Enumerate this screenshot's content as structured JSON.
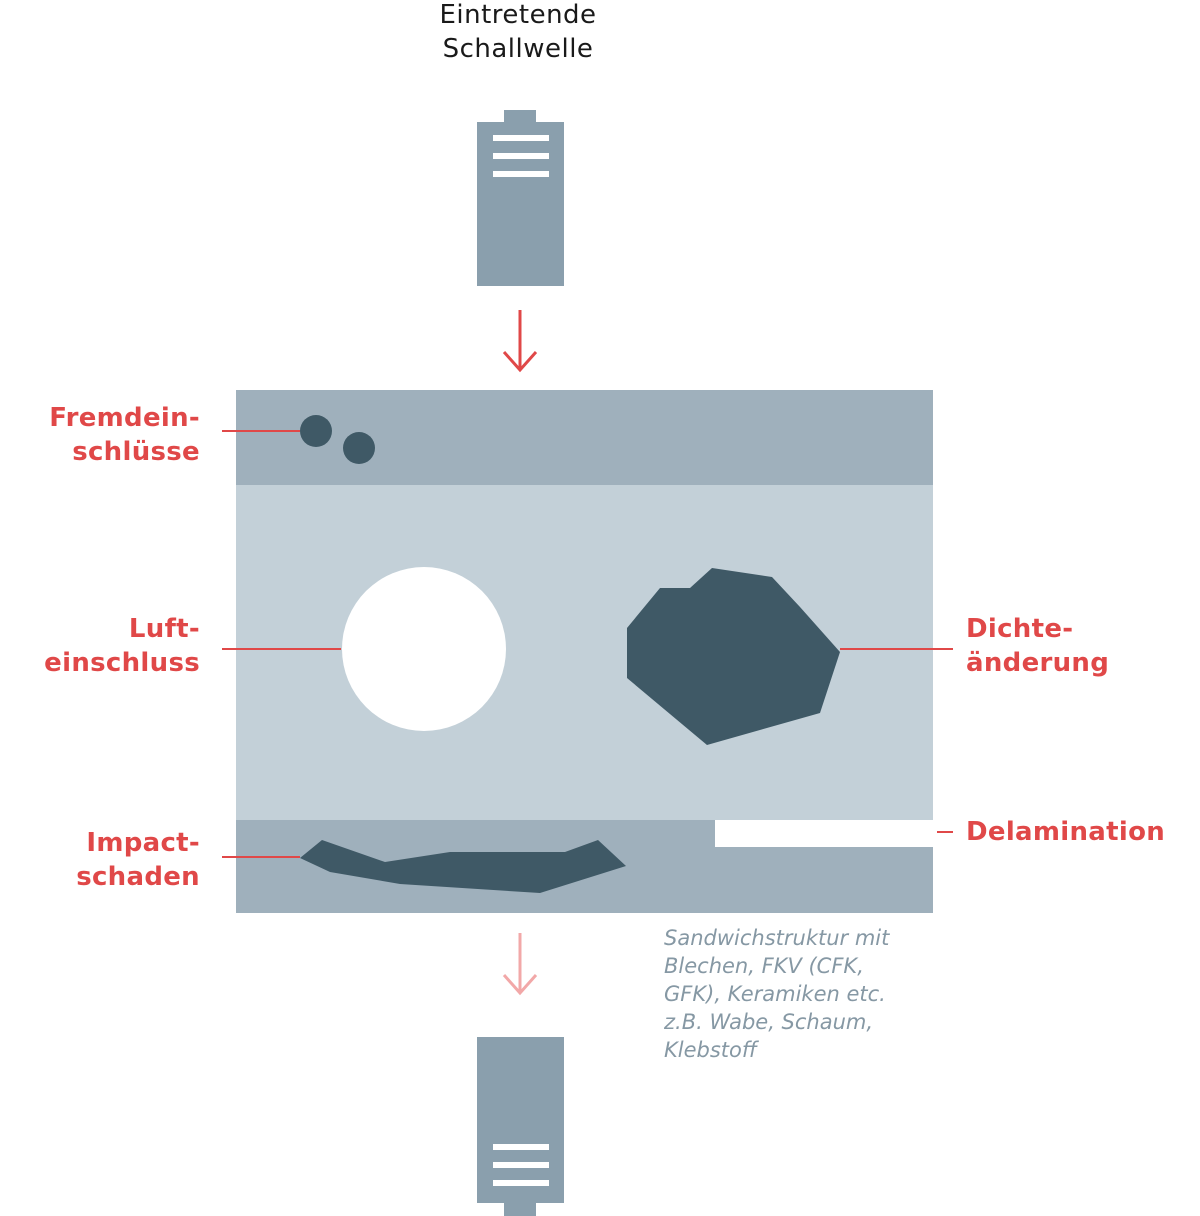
{
  "title": {
    "line1": "Eintretende",
    "line2": "Schallwelle"
  },
  "labels": {
    "fremdeinschluesse": {
      "line1": "Fremdein-",
      "line2": "schlüsse"
    },
    "lufteinschluss": {
      "line1": "Luft-",
      "line2": "einschluss"
    },
    "impactschaden": {
      "line1": "Impact-",
      "line2": "schaden"
    },
    "dichteaenderung": {
      "line1": "Dichte-",
      "line2": "änderung"
    },
    "delamination": "Delamination"
  },
  "caption": {
    "lines": [
      "Sandwichstruktur mit",
      "Blechen, FKV (CFK,",
      "GFK), Keramiken etc.",
      "z.B. Wabe, Schaum,",
      "Klebstoff"
    ]
  },
  "colors": {
    "accent": "#e04848",
    "accent_light": "#f2a8a8",
    "transducer": "#8a9fad",
    "skin": "#9fb0bc",
    "core": "#c3d0d8",
    "defect_dark": "#3f5966",
    "void": "#ffffff",
    "caption": "#8698a4",
    "title": "#1a1a1a"
  }
}
